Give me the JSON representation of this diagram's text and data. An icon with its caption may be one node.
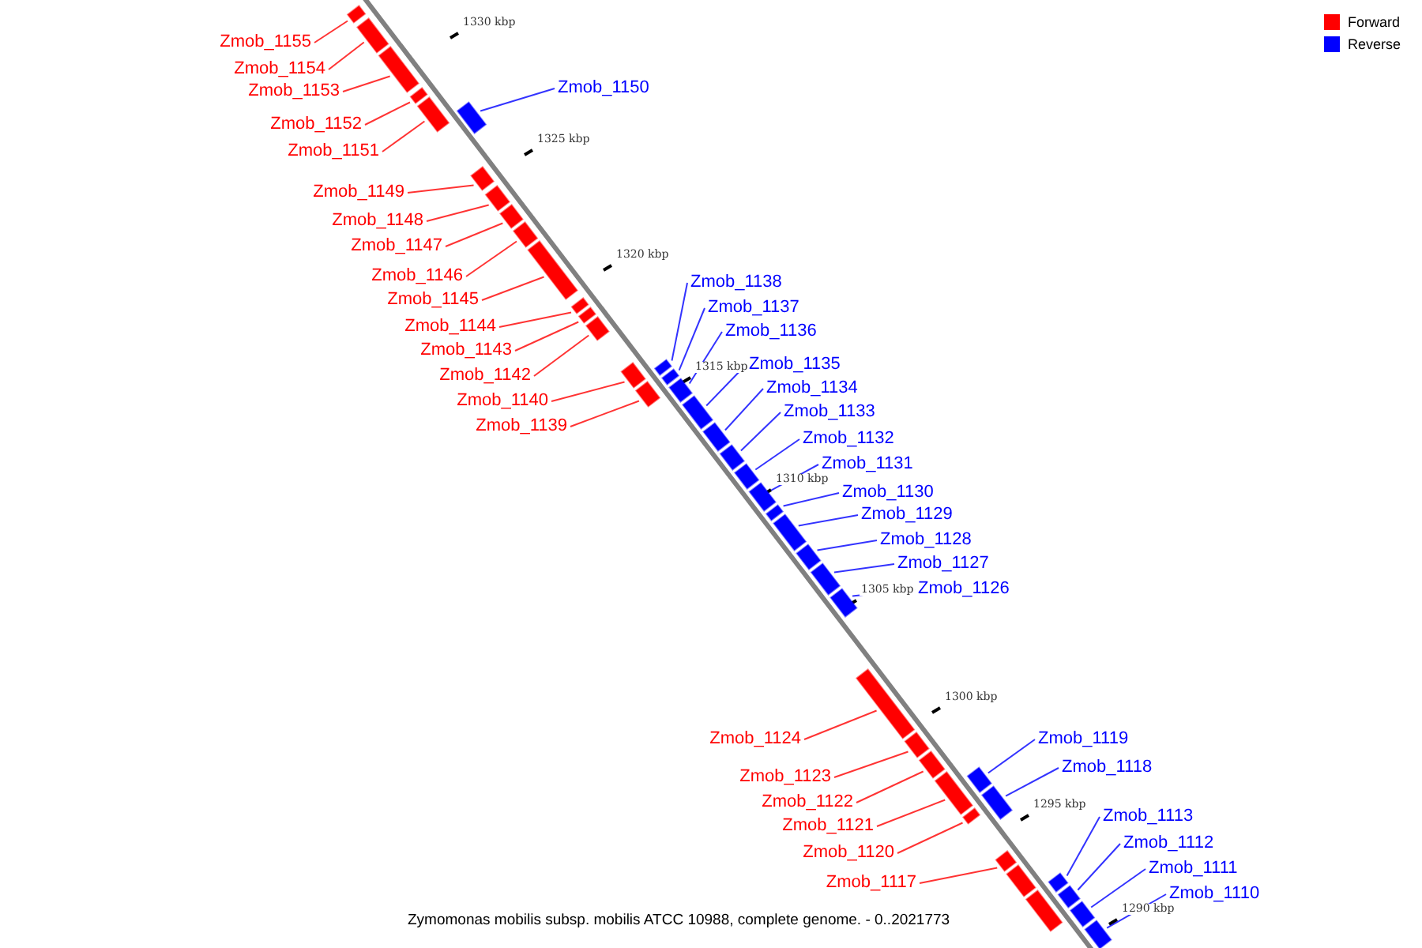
{
  "diagram": {
    "caption": "Zymomonas mobilis subsp. mobilis ATCC 10988, complete genome. - 0..2021773",
    "nodes": [
      {
        "text": [
          "Zmob_1155"
        ]
      },
      {
        "text": [],
        "shape": "box"
      },
      {
        "text": [
          "Zmob_1154"
        ]
      },
      {
        "text": [],
        "shape": "box"
      },
      {
        "text": [
          "Zmob_1150"
        ]
      },
      {
        "text": [],
        "shape": "box"
      },
      {
        "text": [
          "Zmob_1153"
        ]
      },
      {
        "text": [],
        "shape": "box"
      },
      {
        "text": [
          "Zmob_1152"
        ]
      },
      {
        "text": [],
        "shape": "box"
      },
      {
        "text": [
          "Zmob_1151"
        ]
      },
      {
        "text": [],
        "shape": "box"
      },
      {
        "text": [
          "Zmob_1149"
        ]
      },
      {
        "text": [],
        "shape": "box"
      },
      {
        "text": [
          "Zmob_1148"
        ]
      },
      {
        "text": [],
        "shape": "box"
      },
      {
        "text": [
          "Zmob_1147"
        ]
      },
      {
        "text": [],
        "shape": "box"
      },
      {
        "text": [
          "Zmob_1146"
        ]
      },
      {
        "text": [],
        "shape": "box"
      },
      {
        "text": [
          "Zmob_1138"
        ]
      },
      {
        "text": [],
        "shape": "box"
      },
      {
        "text": [
          "Zmob_1145"
        ]
      },
      {
        "text": [],
        "shape": "box"
      },
      {
        "text": [
          "Zmob_1137"
        ]
      },
      {
        "text": [],
        "shape": "box"
      },
      {
        "text": [
          "Zmob_1144"
        ]
      },
      {
        "text": [],
        "shape": "box"
      },
      {
        "text": [
          "Zmob_1136"
        ]
      },
      {
        "text": [],
        "shape": "box"
      },
      {
        "text": [
          "Zmob_1143"
        ]
      },
      {
        "text": [],
        "shape": "box"
      },
      {
        "text": [
          "Zmob_1135"
        ]
      },
      {
        "text": [],
        "shape": "box"
      },
      {
        "text": [
          "Zmob_1142"
        ]
      },
      {
        "text": [],
        "shape": "box"
      },
      {
        "text": [
          "Zmob_1134"
        ]
      },
      {
        "text": [],
        "shape": "box"
      },
      {
        "text": [
          "Zmob_1140"
        ]
      },
      {
        "text": [],
        "shape": "box"
      },
      {
        "text": [
          "Zmob_1133"
        ]
      },
      {
        "text": [],
        "shape": "box"
      },
      {
        "text": [
          "Zmob_1139"
        ]
      },
      {
        "text": [],
        "shape": "box"
      },
      {
        "text": [
          "Zmob_1132"
        ]
      },
      {
        "text": [],
        "shape": "box"
      },
      {
        "text": [
          "Zmob_1131"
        ]
      },
      {
        "text": [],
        "shape": "box"
      },
      {
        "text": [
          "Zmob_1130"
        ]
      },
      {
        "text": [],
        "shape": "box"
      },
      {
        "text": [
          "Zmob_1129"
        ]
      },
      {
        "text": [],
        "shape": "box"
      },
      {
        "text": [
          "Zmob_1128"
        ]
      },
      {
        "text": [],
        "shape": "box"
      },
      {
        "text": [
          "Zmob_1127"
        ]
      },
      {
        "text": [],
        "shape": "box"
      },
      {
        "text": [
          "Zmob_1126"
        ]
      },
      {
        "text": [],
        "shape": "box"
      },
      {
        "text": [
          "Zmob_1124"
        ]
      },
      {
        "text": [],
        "shape": "box"
      },
      {
        "text": [
          "Zmob_1119"
        ]
      },
      {
        "text": [],
        "shape": "box"
      },
      {
        "text": [
          "Zmob_1118"
        ]
      },
      {
        "text": [],
        "shape": "box"
      },
      {
        "text": [
          "Zmob_1123"
        ]
      },
      {
        "text": [],
        "shape": "box"
      },
      {
        "text": [
          "Zmob_1122"
        ]
      },
      {
        "text": [],
        "shape": "box"
      },
      {
        "text": [
          "Zmob_1113"
        ]
      },
      {
        "text": [],
        "shape": "box"
      },
      {
        "text": [
          "Zmob_1121"
        ]
      },
      {
        "text": [],
        "shape": "box"
      },
      {
        "text": [
          "Zmob_1112"
        ]
      },
      {
        "text": [],
        "shape": "box"
      },
      {
        "text": [
          "Zmob_1120"
        ]
      },
      {
        "text": [],
        "shape": "box"
      },
      {
        "text": [
          "Zmob_1111"
        ]
      },
      {
        "text": [],
        "shape": "box"
      },
      {
        "text": [
          "Zmob_1117"
        ]
      },
      {
        "text": [],
        "shape": "box"
      },
      {
        "text": [
          "Zmob_1110"
        ]
      },
      {
        "text": [],
        "shape": "box"
      },
      {
        "text": [],
        "shape": "box"
      },
      {
        "text": [],
        "shape": "box"
      }
    ],
    "edges": [
      {
        "from": 0,
        "to": 1,
        "arrow": "none",
        "color": "#ff0000"
      },
      {
        "from": 2,
        "to": 3,
        "arrow": "none",
        "color": "#ff0000"
      },
      {
        "from": 4,
        "to": 5,
        "arrow": "none",
        "color": "#0000ff"
      },
      {
        "from": 6,
        "to": 7,
        "arrow": "none",
        "color": "#ff0000"
      },
      {
        "from": 8,
        "to": 9,
        "arrow": "none",
        "color": "#ff0000"
      },
      {
        "from": 10,
        "to": 11,
        "arrow": "none",
        "color": "#ff0000"
      },
      {
        "from": 12,
        "to": 13,
        "arrow": "none",
        "color": "#ff0000"
      },
      {
        "from": 14,
        "to": 15,
        "arrow": "none",
        "color": "#ff0000"
      },
      {
        "from": 16,
        "to": 17,
        "arrow": "none",
        "color": "#ff0000"
      },
      {
        "from": 18,
        "to": 19,
        "arrow": "none",
        "color": "#ff0000"
      },
      {
        "from": 20,
        "to": 21,
        "arrow": "none",
        "color": "#0000ff"
      },
      {
        "from": 22,
        "to": 23,
        "arrow": "none",
        "color": "#ff0000"
      },
      {
        "from": 24,
        "to": 25,
        "arrow": "none",
        "color": "#0000ff"
      },
      {
        "from": 26,
        "to": 27,
        "arrow": "none",
        "color": "#ff0000"
      },
      {
        "from": 28,
        "to": 29,
        "arrow": "none",
        "color": "#0000ff"
      },
      {
        "from": 30,
        "to": 31,
        "arrow": "none",
        "color": "#ff0000"
      },
      {
        "from": 32,
        "to": 33,
        "arrow": "none",
        "color": "#0000ff"
      },
      {
        "from": 34,
        "to": 35,
        "arrow": "none",
        "color": "#ff0000"
      },
      {
        "from": 36,
        "to": 37,
        "arrow": "none",
        "color": "#0000ff"
      },
      {
        "from": 38,
        "to": 39,
        "arrow": "none",
        "color": "#ff0000"
      },
      {
        "from": 40,
        "to": 41,
        "arrow": "none",
        "color": "#0000ff"
      },
      {
        "from": 42,
        "to": 43,
        "arrow": "none",
        "color": "#ff0000"
      },
      {
        "from": 44,
        "to": 45,
        "arrow": "none",
        "color": "#0000ff"
      },
      {
        "from": 46,
        "to": 47,
        "arrow": "none",
        "color": "#0000ff"
      },
      {
        "from": 48,
        "to": 49,
        "arrow": "none",
        "color": "#0000ff"
      },
      {
        "from": 50,
        "to": 51,
        "arrow": "none",
        "color": "#0000ff"
      },
      {
        "from": 52,
        "to": 53,
        "arrow": "none",
        "color": "#0000ff"
      },
      {
        "from": 54,
        "to": 55,
        "arrow": "none",
        "color": "#0000ff"
      },
      {
        "from": 56,
        "to": 57,
        "arrow": "none",
        "color": "#0000ff"
      },
      {
        "from": 58,
        "to": 59,
        "arrow": "none",
        "color": "#ff0000"
      },
      {
        "from": 60,
        "to": 61,
        "arrow": "none",
        "color": "#0000ff"
      },
      {
        "from": 62,
        "to": 63,
        "arrow": "none",
        "color": "#0000ff"
      },
      {
        "from": 64,
        "to": 65,
        "arrow": "none",
        "color": "#ff0000"
      },
      {
        "from": 66,
        "to": 67,
        "arrow": "none",
        "color": "#ff0000"
      },
      {
        "from": 68,
        "to": 69,
        "arrow": "none",
        "color": "#0000ff"
      },
      {
        "from": 70,
        "to": 71,
        "arrow": "none",
        "color": "#ff0000"
      },
      {
        "from": 72,
        "to": 73,
        "arrow": "none",
        "color": "#0000ff"
      },
      {
        "from": 74,
        "to": 75,
        "arrow": "none",
        "color": "#ff0000"
      },
      {
        "from": 76,
        "to": 77,
        "arrow": "none",
        "color": "#0000ff"
      },
      {
        "from": 78,
        "to": 79,
        "arrow": "none",
        "color": "#ff0000"
      },
      {
        "from": 80,
        "to": 81,
        "arrow": "none",
        "color": "#0000ff"
      }
    ],
    "labels": [
      "1330 kbp",
      "1325 kbp",
      "1320 kbp",
      "1315 kbp",
      "1310 kbp",
      "1305 kbp",
      "1300 kbp",
      "1295 kbp",
      "1290 kbp"
    ],
    "legend": [
      {
        "text": "Forward",
        "color": "#ff0000"
      },
      {
        "text": "Reverse",
        "color": "#0000ff"
      }
    ]
  }
}
